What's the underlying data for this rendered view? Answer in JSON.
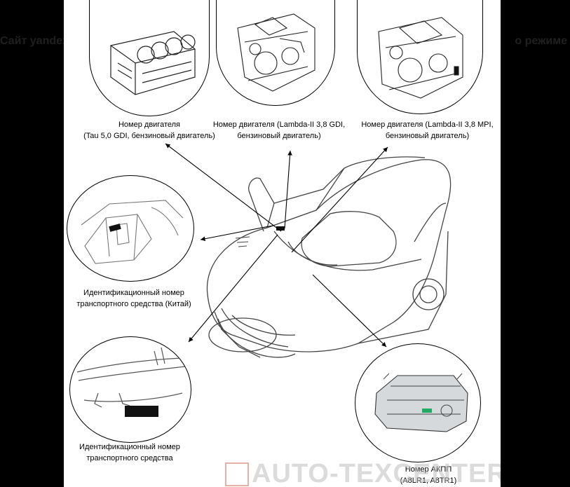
{
  "banner": {
    "left_text": "Сайт yandex",
    "right_text": "о режиме"
  },
  "captions": {
    "engine_tau": [
      "Номер двигателя",
      "(Tau 5,0 GDI, бензиновый двигатель)"
    ],
    "engine_lambda_gdi": [
      "Номер двигателя (Lambda-II 3,8 GDI,",
      "бензиновый двигатель)"
    ],
    "engine_lambda_mpi": [
      "Номер двигателя (Lambda-II 3,8 MPI,",
      "бензиновый двигатель)"
    ],
    "vin_china": [
      "Идентификационный номер",
      "транспортного средства (Китай)"
    ],
    "vin": [
      "Идентификационный номер",
      "транспортного средства"
    ],
    "transmission": [
      "Номер АКПП",
      "(A8LR1, A8TR1)"
    ]
  },
  "watermark": {
    "text": "AUTO-TEXCENTER.RU"
  }
}
